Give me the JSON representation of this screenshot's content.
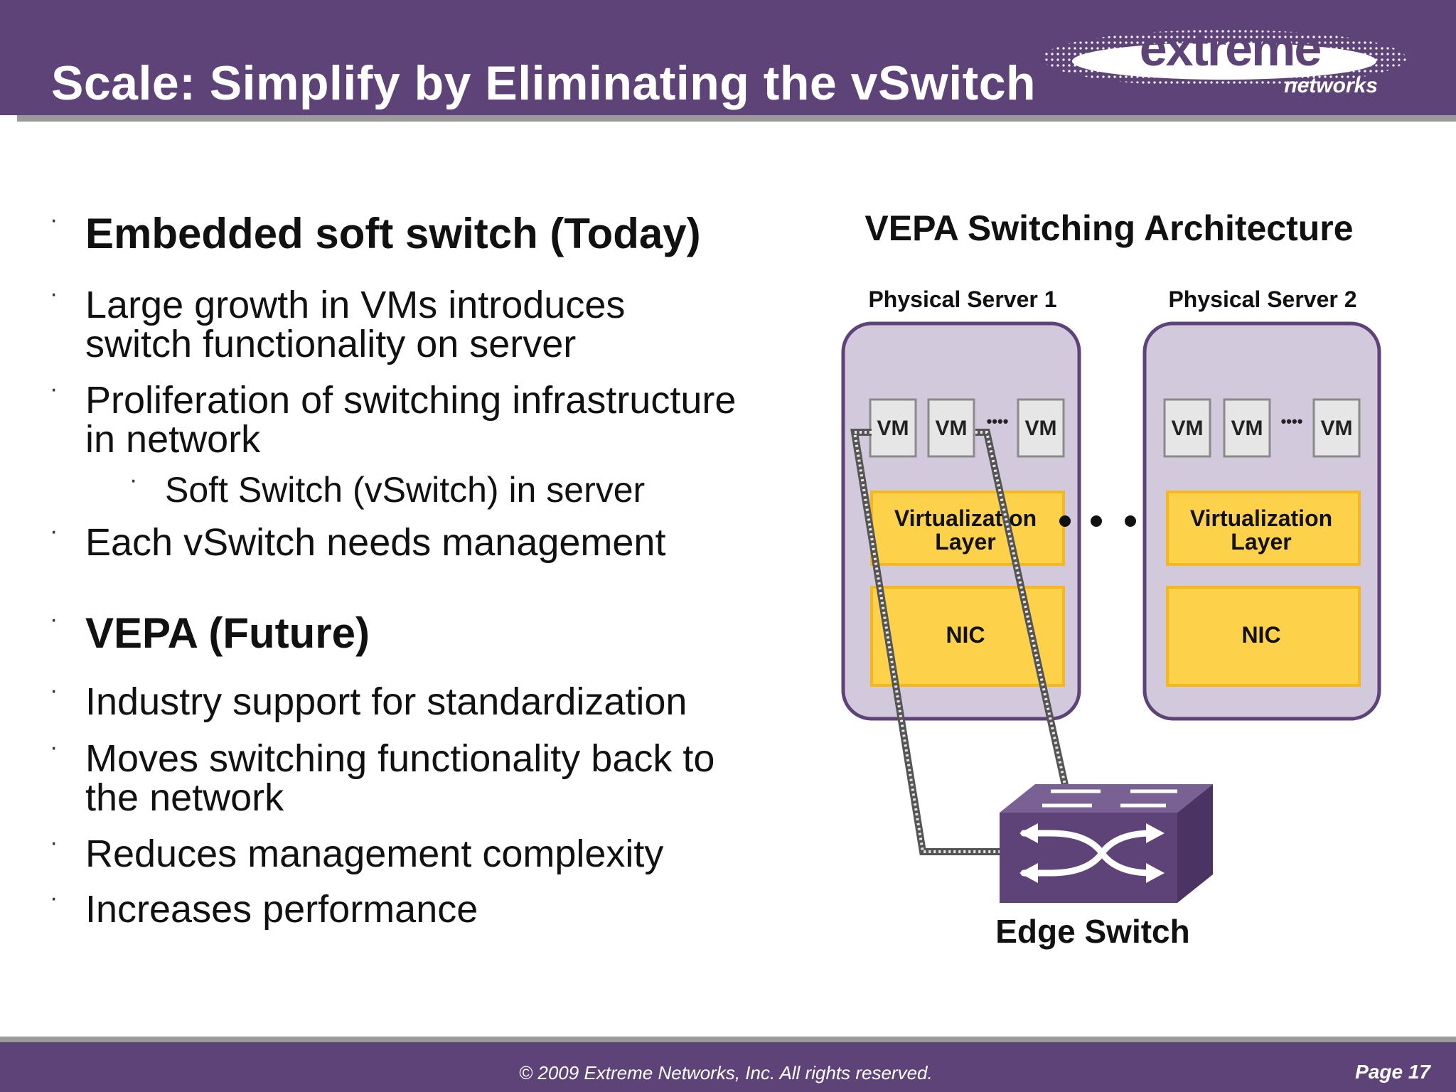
{
  "header": {
    "title": "Scale: Simplify by Eliminating the vSwitch",
    "logo": {
      "word": "extreme",
      "sub": "networks",
      "icon": "extreme-networks-logo"
    }
  },
  "bullets": [
    {
      "text": "Embedded soft switch (Today)",
      "style": "heading"
    },
    {
      "lines": [
        "Large growth in VMs introduces",
        "switch functionality on server"
      ]
    },
    {
      "lines": [
        "Proliferation of switching infrastructure",
        "in network"
      ]
    },
    {
      "text": "Soft Switch (vSwitch) in server",
      "style": "sub"
    },
    {
      "text": "Each vSwitch needs management"
    },
    {
      "text": "VEPA (Future)",
      "style": "heading"
    },
    {
      "text": "Industry support for standardization"
    },
    {
      "lines": [
        "Moves switching functionality back to",
        "the network"
      ]
    },
    {
      "text": "Reduces management complexity"
    },
    {
      "text": "Increases performance"
    }
  ],
  "diagram": {
    "title": "VEPA Switching Architecture",
    "servers": [
      {
        "label": "Physical Server 1",
        "vms": [
          "VM",
          "VM",
          "VM"
        ],
        "ellipsis": "••••",
        "virtualization": [
          "Virtualization",
          "Layer"
        ],
        "nic": "NIC"
      },
      {
        "label": "Physical Server 2",
        "vms": [
          "VM",
          "VM",
          "VM"
        ],
        "ellipsis": "••••",
        "virtualization": [
          "Virtualization",
          "Layer"
        ],
        "nic": "NIC"
      }
    ],
    "edge_switch_label": "Edge Switch",
    "colors": {
      "server_fill": "#d2cadc",
      "server_stroke": "#5e4379",
      "layer_fill": "#fdd24a",
      "layer_stroke": "#f4b81c",
      "vm_fill": "#e6e6e6",
      "vm_stroke": "#8a8a8a",
      "switch_top": "#7a6194",
      "switch_front": "#5e4379",
      "switch_side": "#4b3463"
    }
  },
  "footer": {
    "copyright": "© 2009 Extreme Networks, Inc.  All rights reserved.",
    "page": "Page 17"
  }
}
